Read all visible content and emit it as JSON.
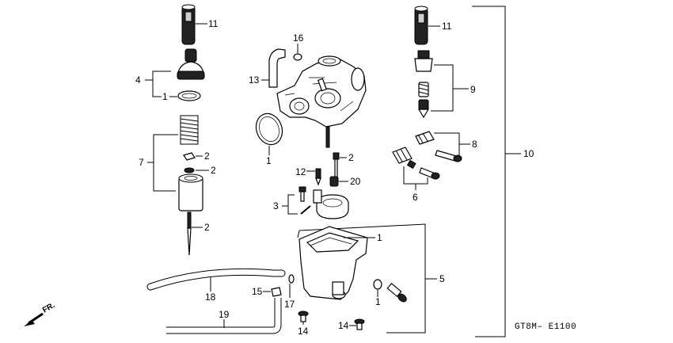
{
  "diagram_code": "GT8M– E1100",
  "direction_label": "FR.",
  "callouts": {
    "c11a": "11",
    "c11b": "11",
    "c16": "16",
    "c13": "13",
    "c4": "4",
    "c1a": "1",
    "c1b": "1",
    "c1c": "1",
    "c1d": "1",
    "c7": "7",
    "c2a": "2",
    "c2b": "2",
    "c2c": "2",
    "c2d": "2",
    "c9": "9",
    "c8": "8",
    "c10": "10",
    "c6": "6",
    "c12": "12",
    "c20": "20",
    "c3": "3",
    "c5": "5",
    "c18": "18",
    "c15": "15",
    "c17": "17",
    "c19": "19",
    "c14a": "14",
    "c14b": "14"
  }
}
